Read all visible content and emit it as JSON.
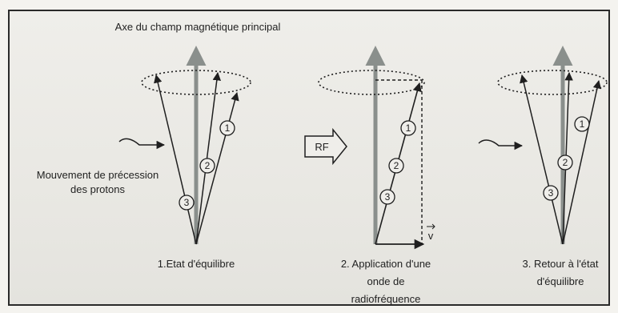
{
  "axis_title": "Axe du champ magnétique principal",
  "precession_label_line1": "Mouvement de précession",
  "precession_label_line2": "des protons",
  "rf_label": "RF",
  "v_label": "v",
  "panel1": {
    "caption": "1.Etat d'équilibre",
    "markers": [
      "1",
      "2",
      "3"
    ]
  },
  "panel2": {
    "caption_line1": "2. Application d'une",
    "caption_line2": "onde de",
    "caption_line3": "radiofréquence",
    "markers": [
      "1",
      "2",
      "3"
    ]
  },
  "panel3": {
    "caption_line1": "3. Retour à l'état",
    "caption_line2": "d'équilibre",
    "markers": [
      "1",
      "2",
      "3"
    ]
  },
  "colors": {
    "main_axis": "#8a8f8c",
    "ink": "#1f1f1f",
    "frame": "#2a2a2a"
  }
}
